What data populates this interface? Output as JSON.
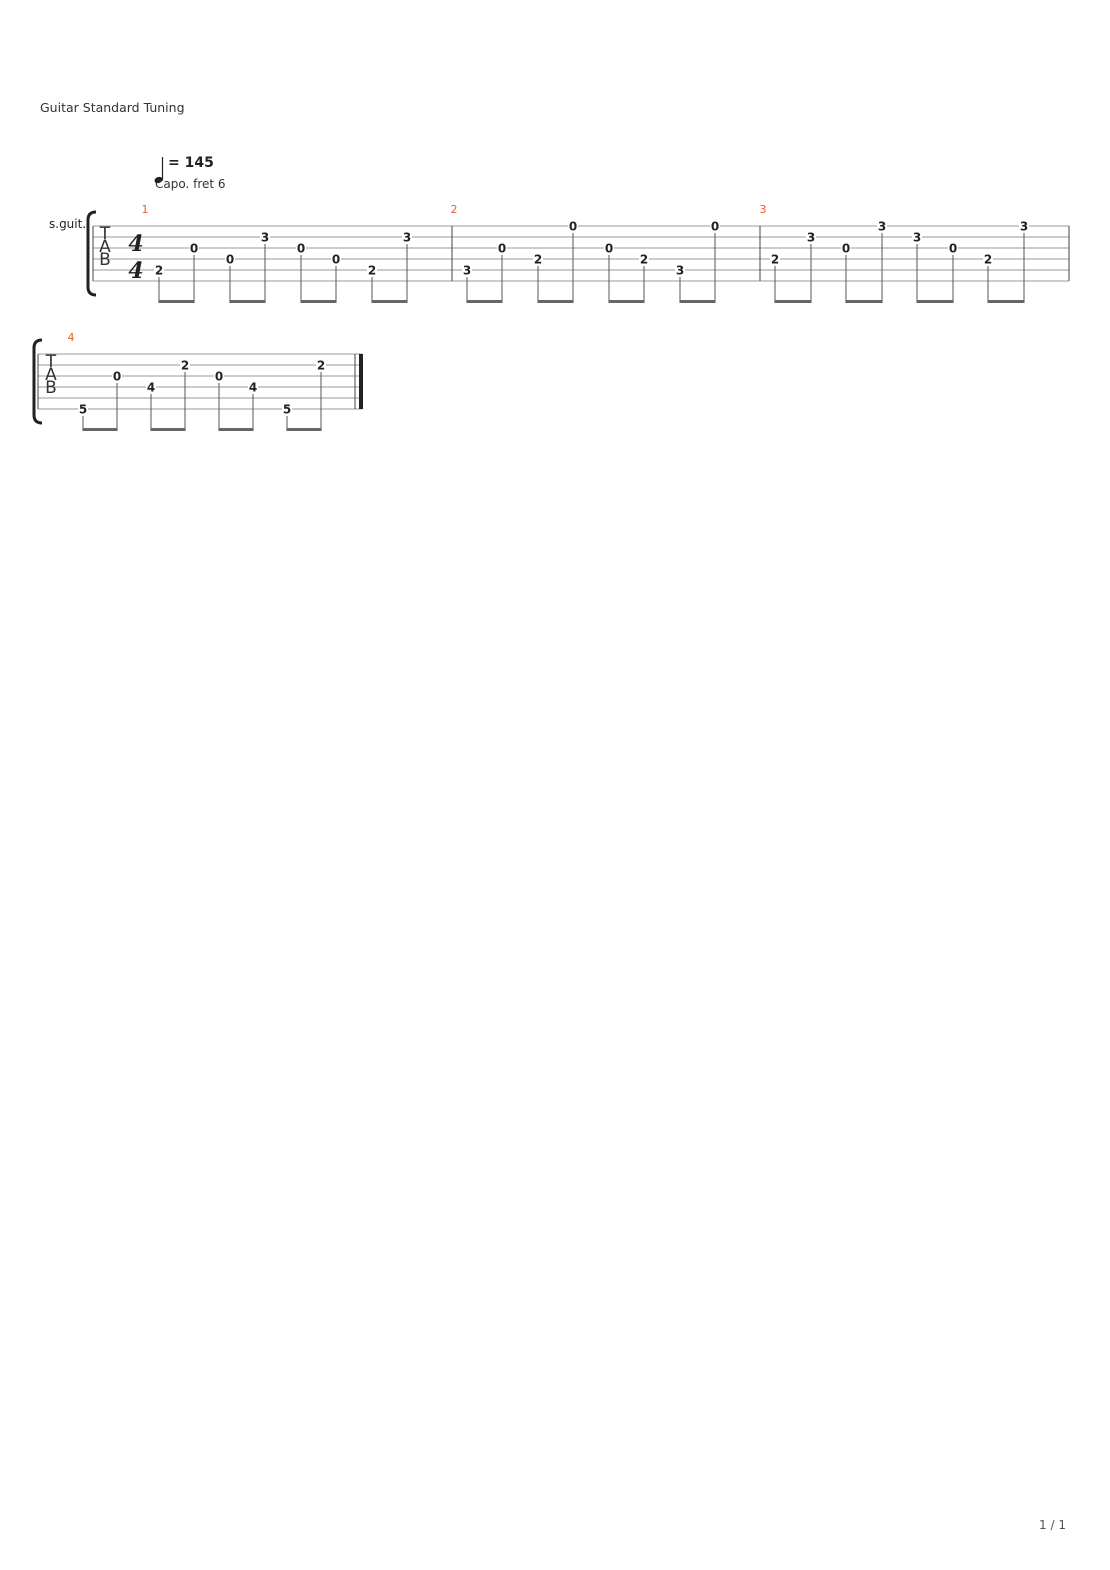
{
  "header": {
    "tuning": "Guitar Standard Tuning",
    "tempo": "= 145",
    "capo": "Capo. fret 6",
    "instrument": "s.guit."
  },
  "time_signature": {
    "numerator": "4",
    "denominator": "4"
  },
  "clef": [
    "T",
    "A",
    "B"
  ],
  "measures": [
    {
      "number": "1",
      "notes": [
        {
          "fret": "2",
          "string": 5
        },
        {
          "fret": "0",
          "string": 3
        },
        {
          "fret": "0",
          "string": 4
        },
        {
          "fret": "3",
          "string": 2
        },
        {
          "fret": "0",
          "string": 3
        },
        {
          "fret": "0",
          "string": 4
        },
        {
          "fret": "2",
          "string": 5
        },
        {
          "fret": "3",
          "string": 2
        }
      ]
    },
    {
      "number": "2",
      "notes": [
        {
          "fret": "3",
          "string": 5
        },
        {
          "fret": "0",
          "string": 3
        },
        {
          "fret": "2",
          "string": 4
        },
        {
          "fret": "0",
          "string": 1
        },
        {
          "fret": "0",
          "string": 3
        },
        {
          "fret": "2",
          "string": 4
        },
        {
          "fret": "3",
          "string": 5
        },
        {
          "fret": "0",
          "string": 1
        }
      ]
    },
    {
      "number": "3",
      "notes": [
        {
          "fret": "2",
          "string": 4
        },
        {
          "fret": "3",
          "string": 2
        },
        {
          "fret": "0",
          "string": 3
        },
        {
          "fret": "3",
          "string": 1
        },
        {
          "fret": "3",
          "string": 2
        },
        {
          "fret": "0",
          "string": 3
        },
        {
          "fret": "2",
          "string": 4
        },
        {
          "fret": "3",
          "string": 1
        }
      ]
    },
    {
      "number": "4",
      "notes": [
        {
          "fret": "5",
          "string": 6
        },
        {
          "fret": "0",
          "string": 3
        },
        {
          "fret": "4",
          "string": 4
        },
        {
          "fret": "2",
          "string": 2
        },
        {
          "fret": "0",
          "string": 3
        },
        {
          "fret": "4",
          "string": 4
        },
        {
          "fret": "5",
          "string": 6
        },
        {
          "fret": "2",
          "string": 2
        }
      ]
    }
  ],
  "footer": {
    "page": "1 / 1"
  }
}
